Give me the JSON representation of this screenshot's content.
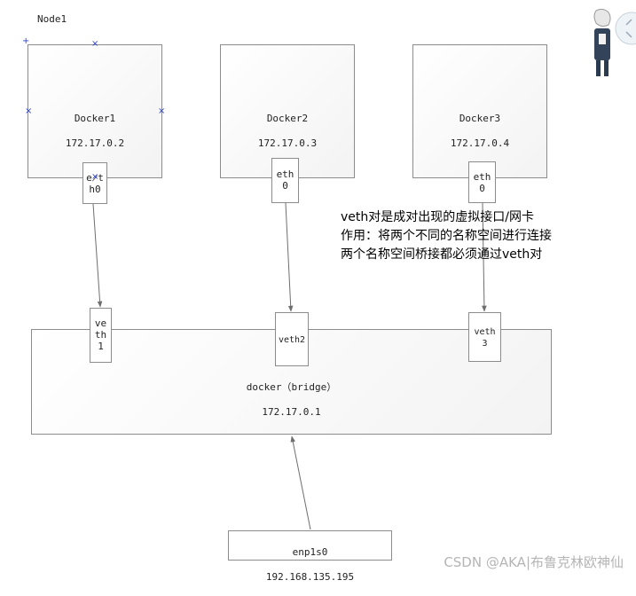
{
  "node_label": "Node1",
  "containers": [
    {
      "name": "Docker1",
      "ip": "172.17.0.2",
      "port": "e̷t\nh0"
    },
    {
      "name": "Docker2",
      "ip": "172.17.0.3",
      "port": "eth\n0"
    },
    {
      "name": "Docker3",
      "ip": "172.17.0.4",
      "port": "eth\n0"
    }
  ],
  "bridge": {
    "label": "docker（bridge）",
    "ip": "172.17.0.1",
    "ports": [
      "ve\nth\n1",
      "veth2",
      "veth\n3"
    ]
  },
  "host_nic": {
    "name": "enp1s0",
    "ip": "192.168.135.195"
  },
  "note": {
    "lines": [
      "veth对是成对出现的虚拟接口/网卡",
      "作用：将两个不同的名称空间进行连接",
      "两个名称空间桥接都必须通过veth对"
    ]
  },
  "watermark": "CSDN @AKA|布鲁克林欧神仙",
  "colors": {
    "border": "#8c8c8c",
    "arrow": "#6e6e6e",
    "selection": "#2b3fd0"
  }
}
